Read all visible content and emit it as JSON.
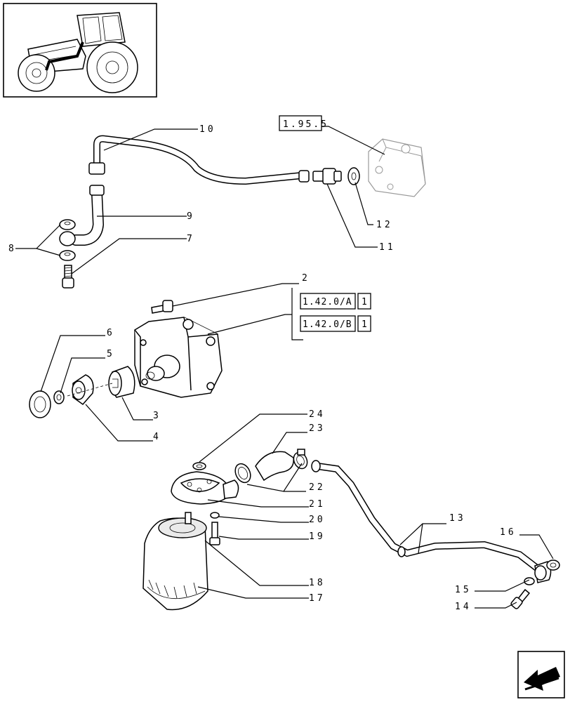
{
  "callouts": [
    {
      "id": "n2",
      "text": "2"
    },
    {
      "id": "n3",
      "text": "3"
    },
    {
      "id": "n4",
      "text": "4"
    },
    {
      "id": "n5",
      "text": "5"
    },
    {
      "id": "n6",
      "text": "6"
    },
    {
      "id": "n7",
      "text": "7"
    },
    {
      "id": "n8",
      "text": "8"
    },
    {
      "id": "n9",
      "text": "9"
    },
    {
      "id": "n10",
      "text": "10"
    },
    {
      "id": "n11",
      "text": "11"
    },
    {
      "id": "n12",
      "text": "12"
    },
    {
      "id": "n13",
      "text": "13"
    },
    {
      "id": "n14",
      "text": "14"
    },
    {
      "id": "n15",
      "text": "15"
    },
    {
      "id": "n16",
      "text": "16"
    },
    {
      "id": "n17",
      "text": "17"
    },
    {
      "id": "n18",
      "text": "18"
    },
    {
      "id": "n19",
      "text": "19"
    },
    {
      "id": "n20",
      "text": "20"
    },
    {
      "id": "n21",
      "text": "21"
    },
    {
      "id": "n22",
      "text": "22"
    },
    {
      "id": "n23",
      "text": "23"
    },
    {
      "id": "n24",
      "text": "24"
    }
  ],
  "references": {
    "ref_a": "1.95.5",
    "ref_b": "1.42.0/A",
    "ref_b_qty": "1",
    "ref_c": "1.42.0/B",
    "ref_c_qty": "1"
  },
  "icons": {
    "thumbnail": "tractor-thumbnail-icon",
    "nav": "next-page-arrow-icon"
  }
}
